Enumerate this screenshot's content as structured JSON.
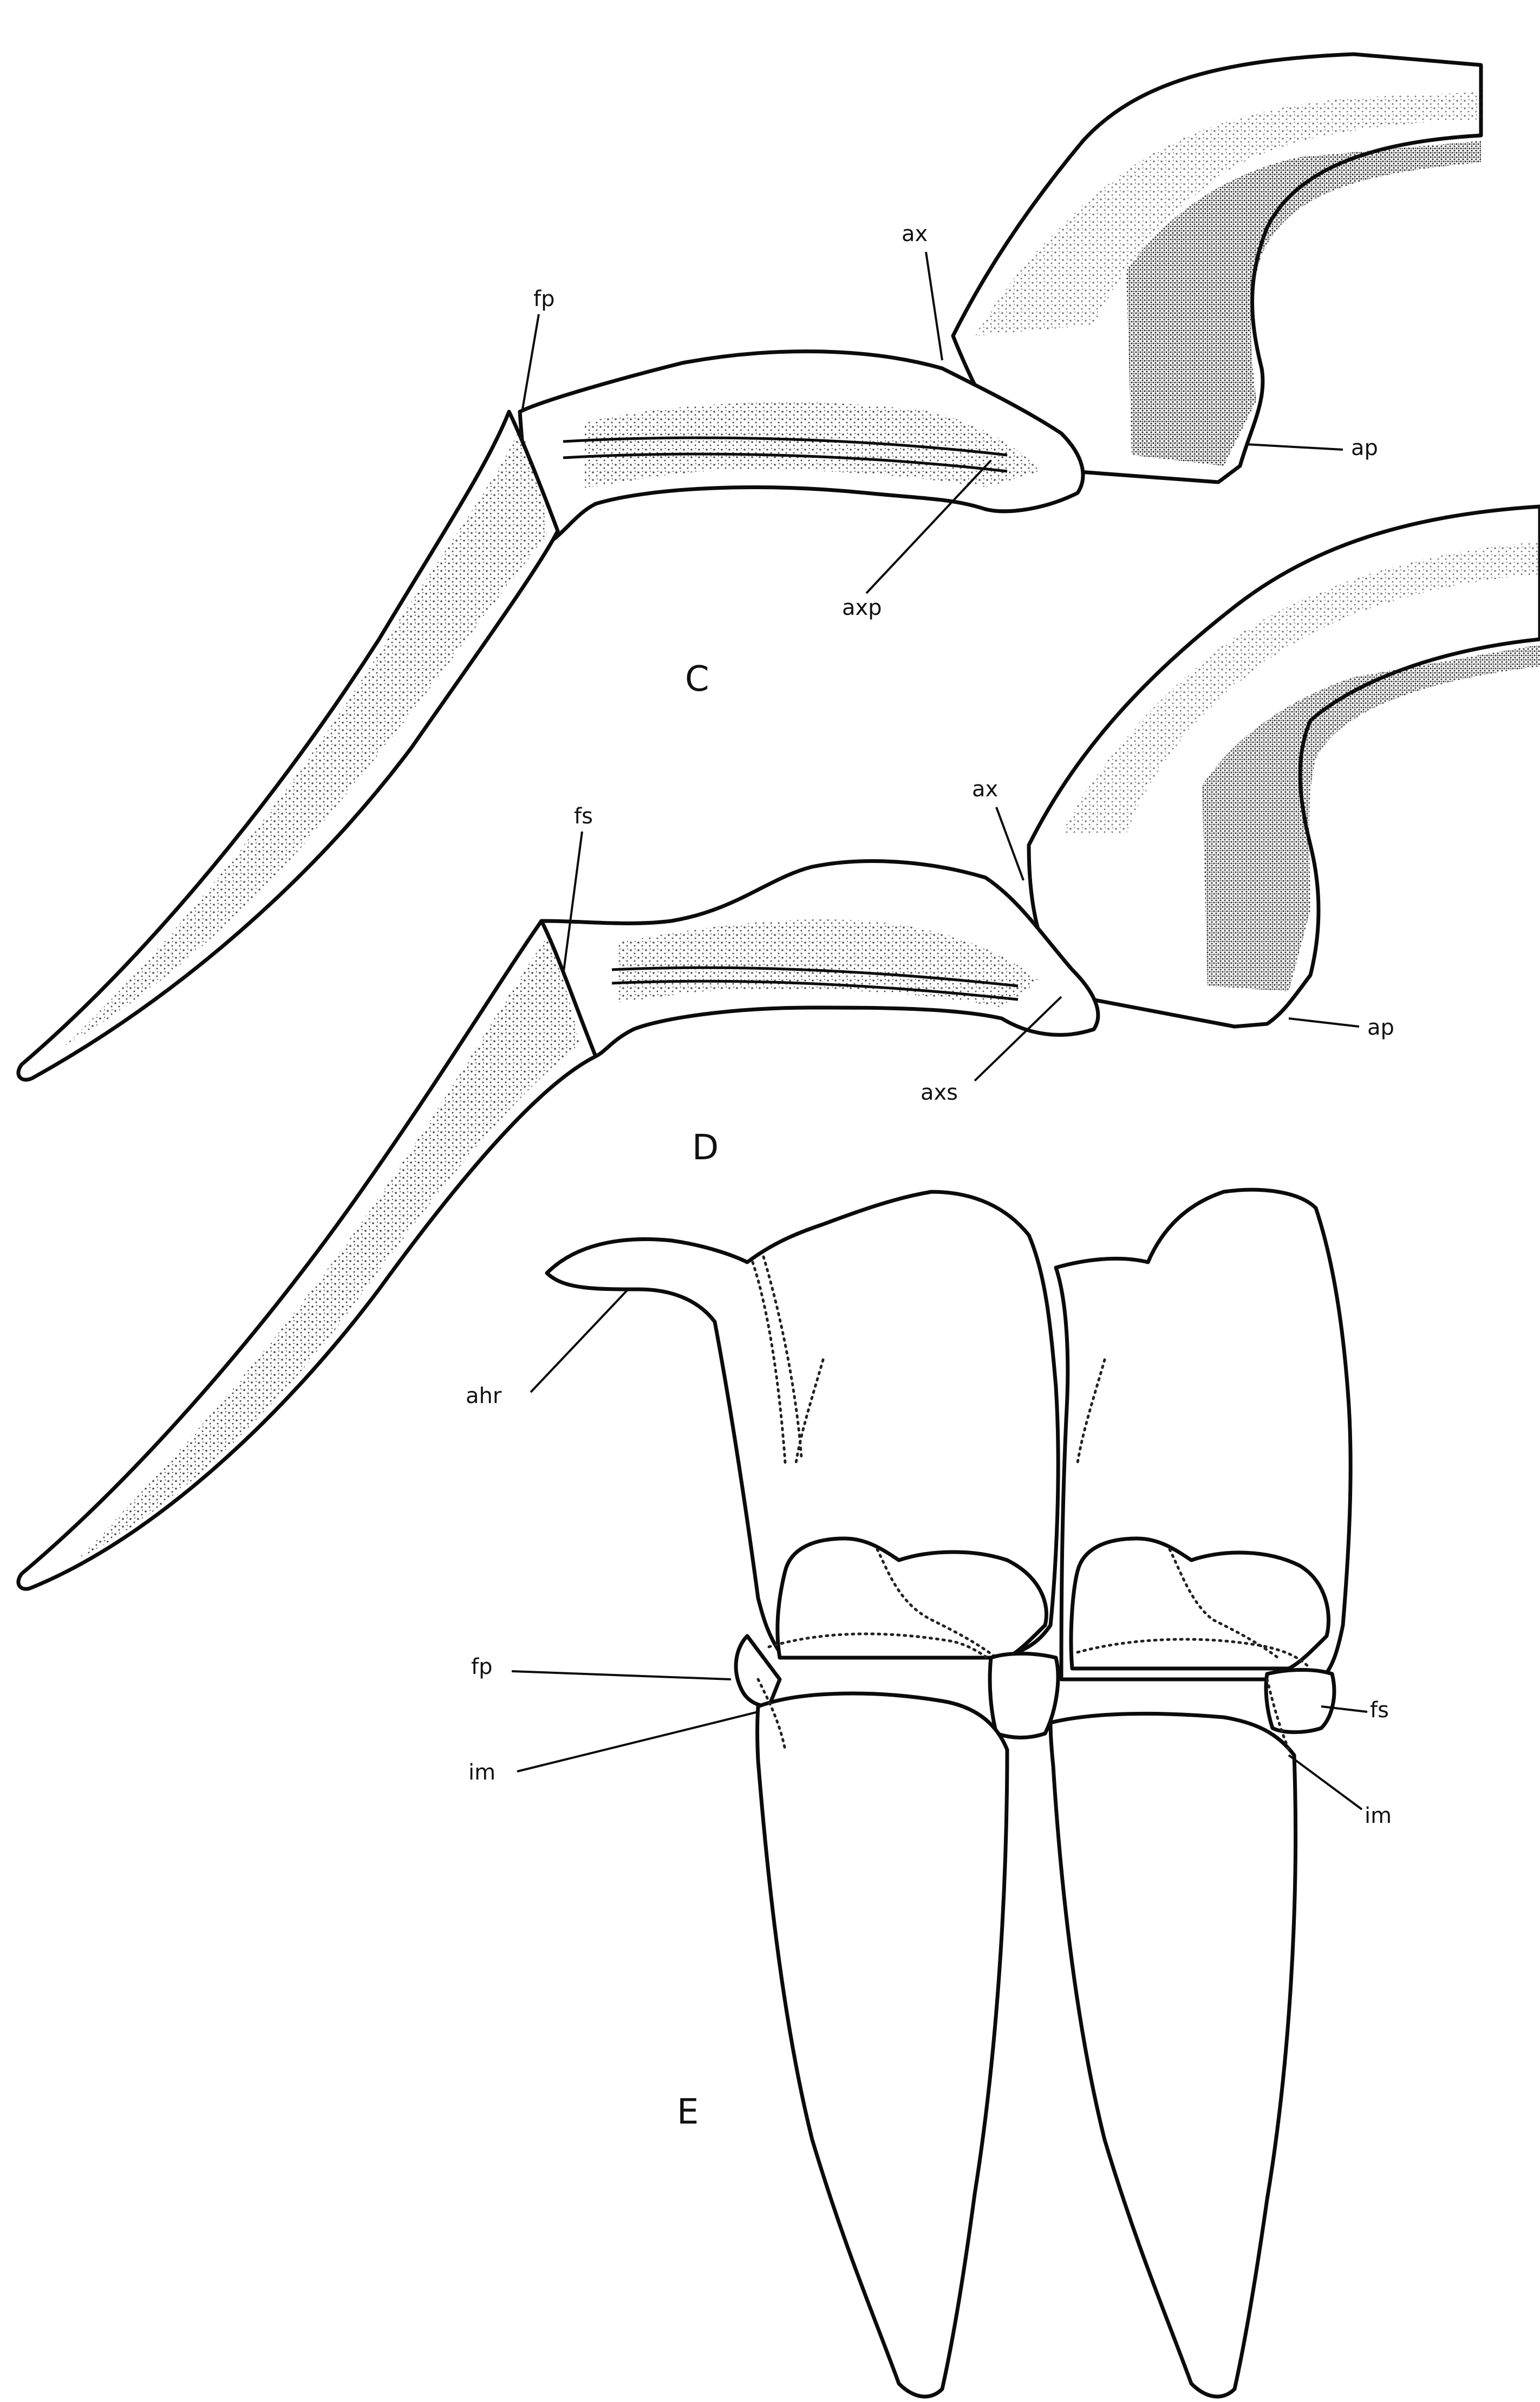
{
  "panels": {
    "c": {
      "letter": "C",
      "labels": {
        "fp": "fp",
        "ax": "ax",
        "ap": "ap",
        "axp": "axp"
      }
    },
    "d": {
      "letter": "D",
      "labels": {
        "fs": "fs",
        "ax": "ax",
        "ap": "ap",
        "axs": "axs"
      }
    },
    "e": {
      "letter": "E",
      "labels": {
        "ahr": "ahr",
        "fp": "fp",
        "im_left": "im",
        "fs": "fs",
        "im_right": "im"
      }
    }
  },
  "colors": {
    "ink": "#0b0b0b",
    "paper": "#ffffff"
  }
}
